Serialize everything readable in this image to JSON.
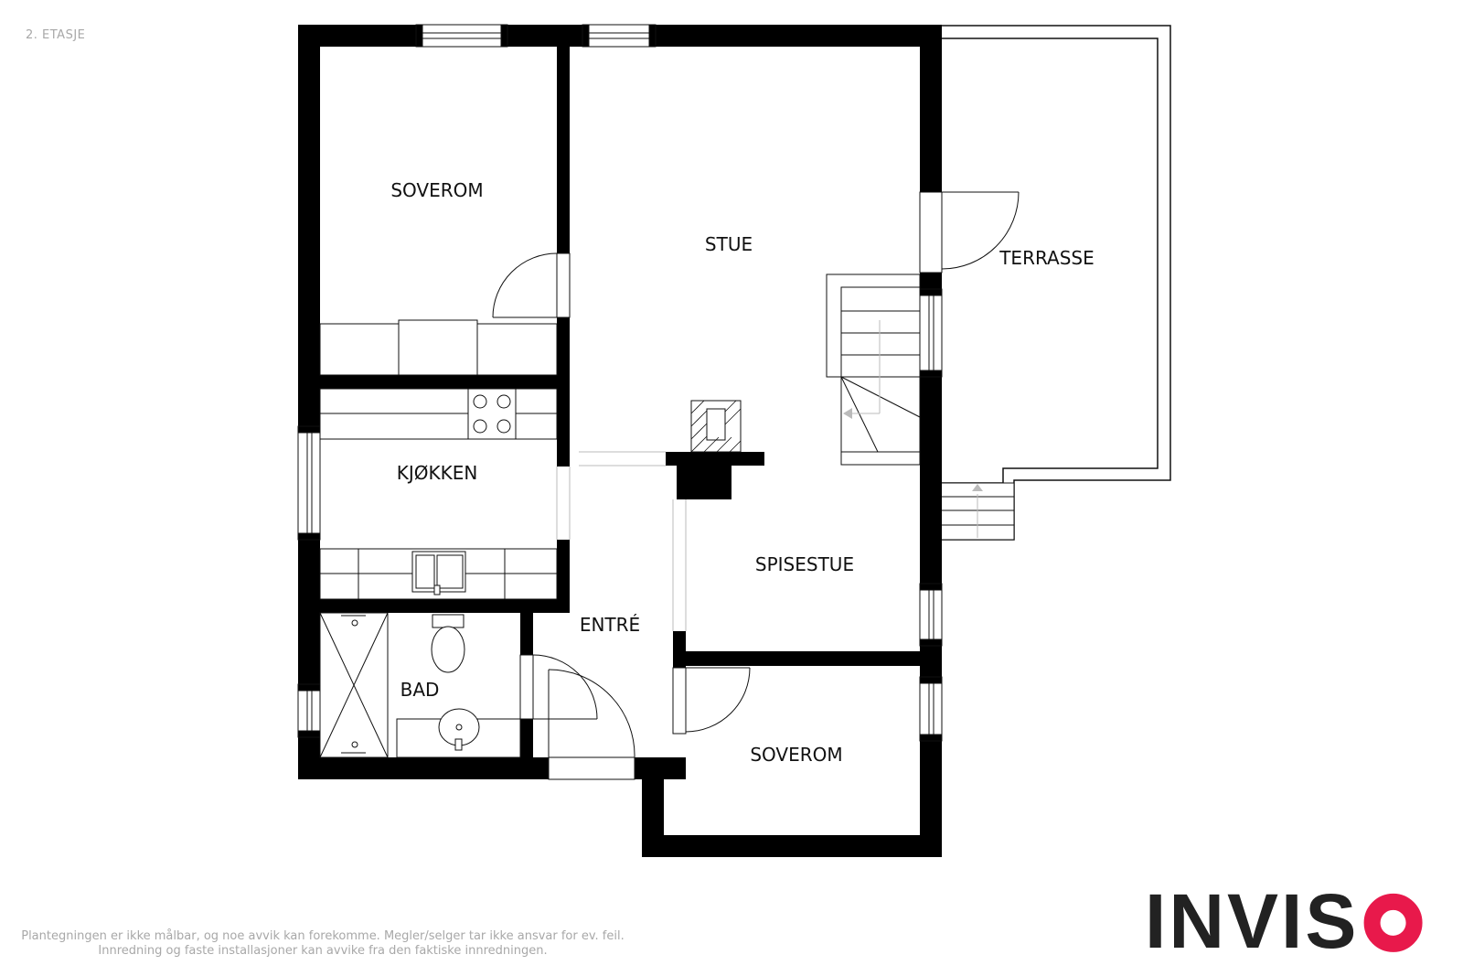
{
  "floor_label": "2. ETASJE",
  "rooms": {
    "soverom_1": "SOVEROM",
    "stue": "STUE",
    "terrasse": "TERRASSE",
    "kjokken": "KJØKKEN",
    "spisestue": "SPISESTUE",
    "entre": "ENTRÉ",
    "bad": "BAD",
    "soverom_2": "SOVEROM"
  },
  "disclaimer": {
    "line1": "Plantegningen er ikke målbar, og noe avvik kan forekomme. Megler/selger tar ikke ansvar for ev. feil.",
    "line2": "Innredning og faste installasjoner kan avvike fra den faktiske innredningen."
  },
  "logo": {
    "text": "INVISO",
    "color_dark": "#222222",
    "color_accent": "#e8194b"
  }
}
